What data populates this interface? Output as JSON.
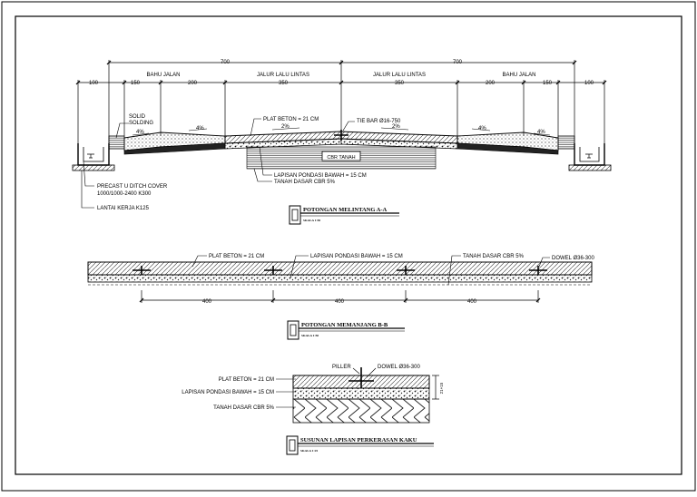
{
  "section_a": {
    "dim_total_left": "700",
    "dim_total_right": "700",
    "bahu_left": "BAHU JALAN",
    "lane_left": "JALUR LALU LINTAS",
    "lane_right": "JALUR LALU LINTAS",
    "bahu_right": "BAHU JALAN",
    "dims": [
      "100",
      "150",
      "200",
      "350",
      "350",
      "200",
      "150",
      "100"
    ],
    "solid_1": "SOLID",
    "solid_2": "SOLDING",
    "plat_beton": "PLAT BETON = 21 CM",
    "tie_bar": "TIE BAR Ø16-750",
    "slope_4": "4%",
    "slope_2": "2%",
    "cbr_tanah": "CBR TANAH",
    "lapisan": "LAPISAN PONDASI BAWAH = 15 CM",
    "tanah_dasar": "TANAH DASAR CBR 5%",
    "precast_1": "PRECAST U DITCH COVER",
    "precast_2": "1000/1000-2400 K300",
    "lantai": "LANTAI KERJA K125",
    "title": "POTONGAN MELINTANG A-A",
    "scale": "SKALA 1:50"
  },
  "section_b": {
    "plat_beton": "PLAT BETON = 21 CM",
    "lapisan": "LAPISAN PONDASI BAWAH = 15 CM",
    "tanah_dasar": "TANAH DASAR CBR 5%",
    "dowel": "DOWEL Ø36-300",
    "dims": [
      "400",
      "400",
      "400"
    ],
    "title": "POTONGAN MEMANJANG B-B",
    "scale": "SKALA 1:50"
  },
  "section_c": {
    "piller": "PILLER",
    "dowel": "DOWEL Ø36-300",
    "plat_beton": "PLAT BETON = 21 CM",
    "lapisan": "LAPISAN PONDASI BAWAH = 15 CM",
    "tanah_dasar": "TANAH DASAR CBR 5%",
    "dim_side": "21+15",
    "title": "SUSUNAN LAPISAN PERKERASAN KAKU",
    "scale": "SKALA 1:25"
  },
  "colors": {
    "line": "#000000",
    "hatch": "#555555",
    "background": "#ffffff"
  }
}
